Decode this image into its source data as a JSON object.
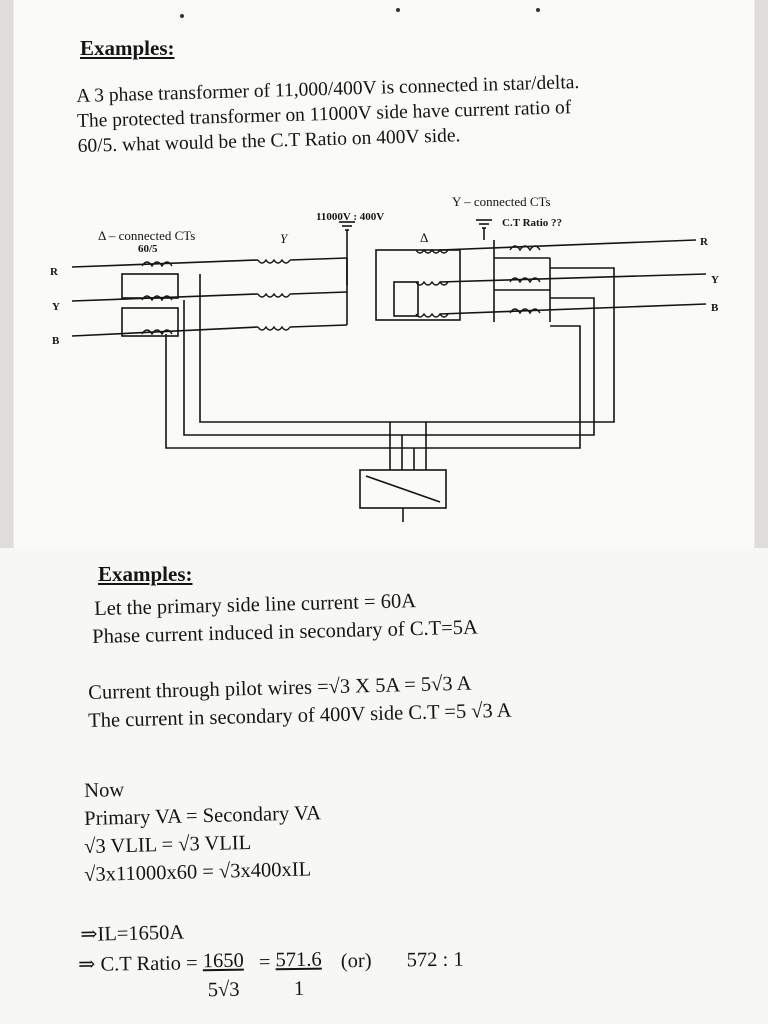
{
  "page1": {
    "heading": "Examples:",
    "problem_lines": [
      "A 3 phase transformer of 11,000/400V is connected in star/delta.",
      "The protected transformer on 11000V side have current ratio of",
      "60/5. what would be the C.T Ratio on 400V side."
    ]
  },
  "diagram": {
    "left_ct_label": "Δ – connected CTs",
    "left_ct_ratio": "60/5",
    "hv_winding": "Y",
    "voltage_label": "11000V : 400V",
    "lv_winding": "Δ",
    "right_ct_label": "Y – connected CTs",
    "right_ct_ratio": "C.T Ratio ??",
    "left_phases": [
      "R",
      "Y",
      "B"
    ],
    "right_phases": [
      "R",
      "Y",
      "B"
    ]
  },
  "page2": {
    "heading": "Examples:",
    "lines": [
      "Let the primary side line current = 60A",
      "Phase current induced in secondary of C.T=5A",
      "Current through pilot wires =√3 X 5A = 5√3  A",
      "The current in secondary of 400V side C.T =5 √3  A",
      "Now",
      "Primary VA = Secondary VA",
      "√3 VLIL = √3 VLIL",
      "√3x11000x60 = √3x400xIL",
      "⇒IL=1650A"
    ],
    "ratio_prefix": "⇒ C.T Ratio = ",
    "frac1_num": "1650",
    "frac1_den": "5√3",
    "eq2": "=",
    "frac2_num": "571.6",
    "frac2_den": "1",
    "or_text": "(or)",
    "final": "572 : 1"
  }
}
